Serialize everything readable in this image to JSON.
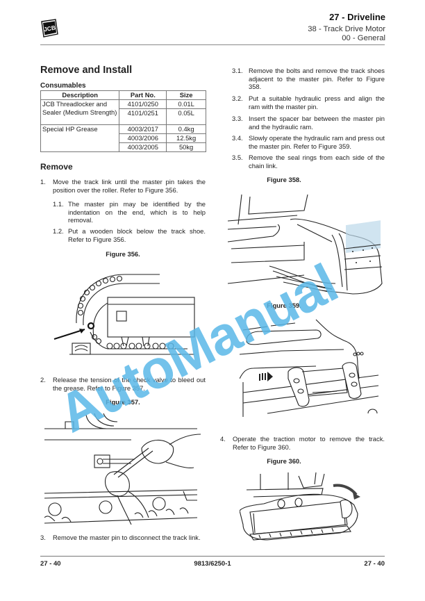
{
  "header": {
    "logo_text": "JCB",
    "section_title": "27 - Driveline",
    "subsection": "38 - Track Drive Motor",
    "sub_subsection": "00 - General"
  },
  "main": {
    "title": "Remove and Install",
    "consumables": {
      "label": "Consumables",
      "columns": [
        "Description",
        "Part No.",
        "Size"
      ],
      "rows": [
        {
          "description": "JCB Threadlocker and Sealer (Medium Strength)",
          "part_no": "4101/0250",
          "size": "0.01L"
        },
        {
          "description": "",
          "part_no": "4101/0251",
          "size": "0.05L"
        },
        {
          "description": "Special HP Grease",
          "part_no": "4003/2017",
          "size": "0.4kg"
        },
        {
          "description": "",
          "part_no": "4003/2006",
          "size": "12.5kg"
        },
        {
          "description": "",
          "part_no": "4003/2005",
          "size": "50kg"
        }
      ]
    },
    "remove_heading": "Remove",
    "steps": [
      {
        "num": "1.",
        "text": "Move the track link until the master pin takes the position over the roller. Refer to Figure 356."
      },
      {
        "num": "1.1.",
        "text": "The master pin may be identified by the indentation on the end, which is to help removal."
      },
      {
        "num": "1.2.",
        "text": "Put a wooden block below the track shoe. Refer to Figure 356."
      },
      {
        "num": "2.",
        "text": "Release the tension of the check valve to bleed out the grease. Refer to Figure 357."
      },
      {
        "num": "3.",
        "text": "Remove the master pin to disconnect the track link."
      },
      {
        "num": "3.1.",
        "text": "Remove the bolts and remove the track shoes adjacent to the master pin. Refer to Figure 358."
      },
      {
        "num": "3.2.",
        "text": "Put a suitable hydraulic press and align the ram with the master pin."
      },
      {
        "num": "3.3.",
        "text": "Insert the spacer bar between the master pin and the hydraulic ram."
      },
      {
        "num": "3.4.",
        "text": "Slowly operate the hydraulic ram and press out the master pin. Refer to Figure 359."
      },
      {
        "num": "3.5.",
        "text": "Remove the seal rings from each side of the chain link."
      },
      {
        "num": "4.",
        "text": "Operate the traction motor to remove the track. Refer to Figure 360."
      }
    ],
    "figures": {
      "f356": "Figure 356.",
      "f357": "Figure 357.",
      "f358": "Figure 358.",
      "f359": "Figure 359.",
      "f360": "Figure 360."
    }
  },
  "watermark": "AutoManual",
  "footer": {
    "page_left": "27 - 40",
    "doc_number": "9813/6250-1",
    "page_right": "27 - 40"
  },
  "colors": {
    "watermark": "#5ab8e8",
    "text": "#222222",
    "rule": "#888888"
  }
}
